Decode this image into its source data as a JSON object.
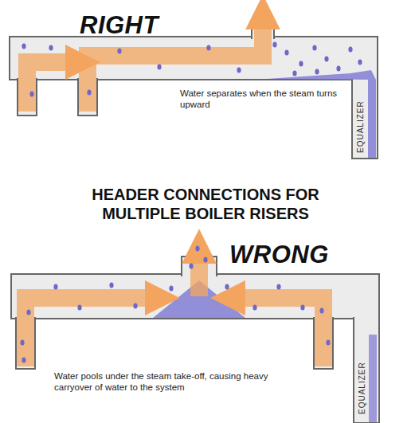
{
  "diagram": {
    "title": "HEADER CONNECTIONS FOR MULTIPLE BOILER RISERS",
    "labels": [
      "RIGHT",
      "Water separates when the steam turns upward",
      "EQUALIZER",
      "WRONG",
      "Water pools under the steam take-off, causing heavy carryover of water to the system",
      "EQUALIZER"
    ]
  }
}
